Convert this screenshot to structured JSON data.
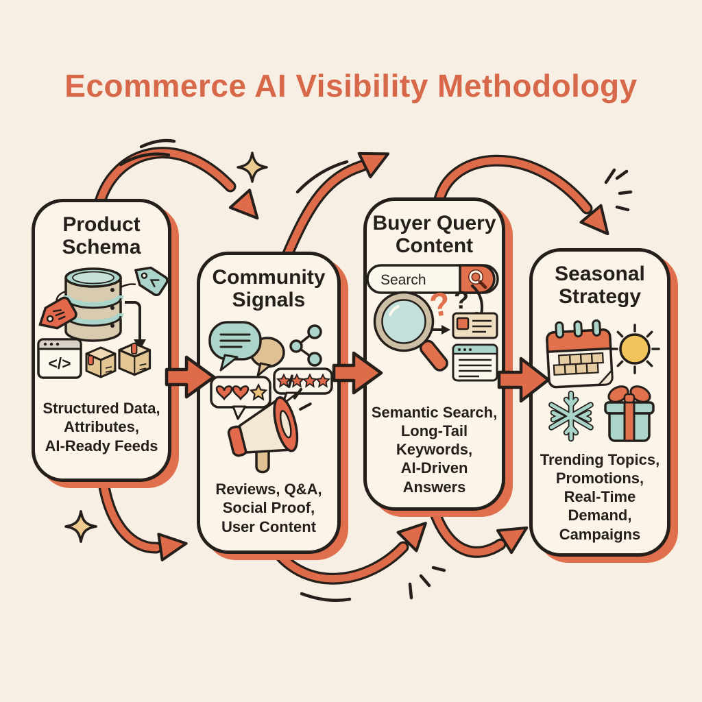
{
  "title": "Ecommerce AI Visibility Methodology",
  "colors": {
    "background": "#F7EFE3",
    "card_fill": "#FBF4E9",
    "outline": "#241F1A",
    "accent_orange": "#DE6B4A",
    "shadow_orange": "#DF6F4D",
    "teal": "#ABD5CA",
    "tan": "#DFC194",
    "gold": "#EDCB90",
    "sun_yellow": "#F2C55C"
  },
  "cards": [
    {
      "id": "product-schema",
      "title": "Product\nSchema",
      "caption": "Structured Data,\nAttributes,\nAI-Ready Feeds",
      "code_glyph": "</>",
      "icons": [
        "database-icon",
        "price-tag-icon",
        "label-tag-icon",
        "down-arrow-icon",
        "code-window-icon",
        "package-box-icon"
      ]
    },
    {
      "id": "community-signals",
      "title": "Community\nSignals",
      "caption": "Reviews, Q&A,\nSocial Proof,\nUser Content",
      "icons": [
        "chat-bubbles-icon",
        "share-icon",
        "hearts-rating-bubble-icon",
        "stars-rating-bubble-icon",
        "megaphone-icon"
      ]
    },
    {
      "id": "buyer-query-content",
      "title": "Buyer Query\nContent",
      "caption": "Semantic Search,\nLong-Tail\nKeywords,\nAI-Driven\nAnswers",
      "search_value": "Search",
      "question_mark": "?",
      "icons": [
        "search-bar-icon",
        "magnifier-icon",
        "question-mark-icon",
        "result-card-icon",
        "browser-window-icon"
      ]
    },
    {
      "id": "seasonal-strategy",
      "title": "Seasonal\nStrategy",
      "caption": "Trending Topics,\nPromotions,\nReal-Time\nDemand,\nCampaigns",
      "icons": [
        "calendar-icon",
        "sun-icon",
        "snowflake-icon",
        "gift-icon"
      ]
    }
  ]
}
